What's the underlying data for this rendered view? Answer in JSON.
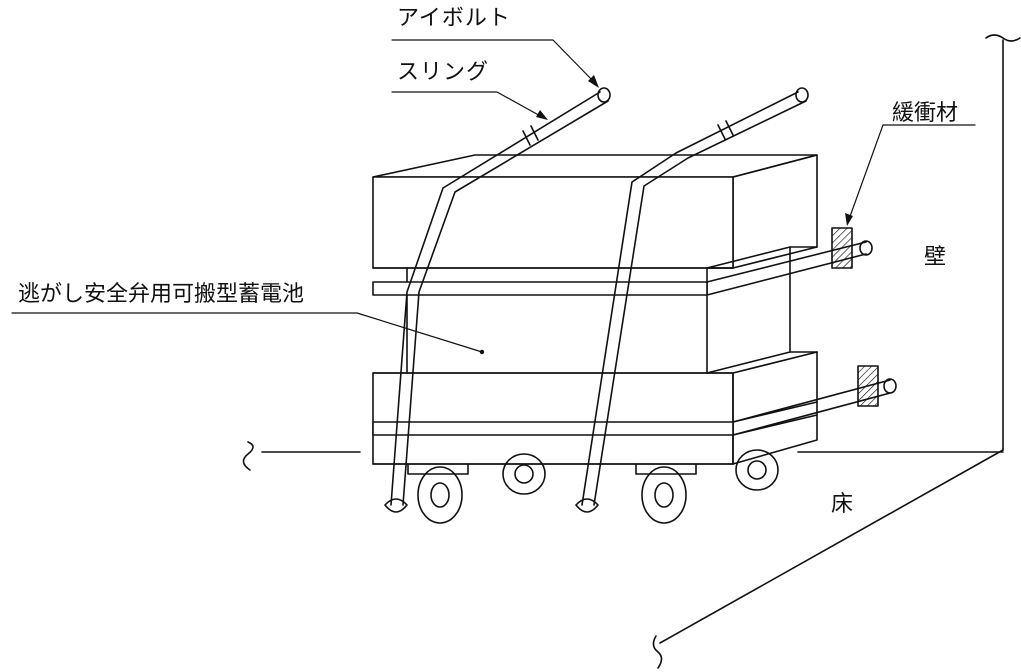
{
  "labels": {
    "eyebolt": "アイボルト",
    "sling": "スリング",
    "cushion": "緩衝材",
    "wall": "壁",
    "battery": "逃がし安全弁用可搬型蓄電池",
    "floor": "床"
  },
  "colors": {
    "line": "#111111",
    "background": "#ffffff"
  }
}
